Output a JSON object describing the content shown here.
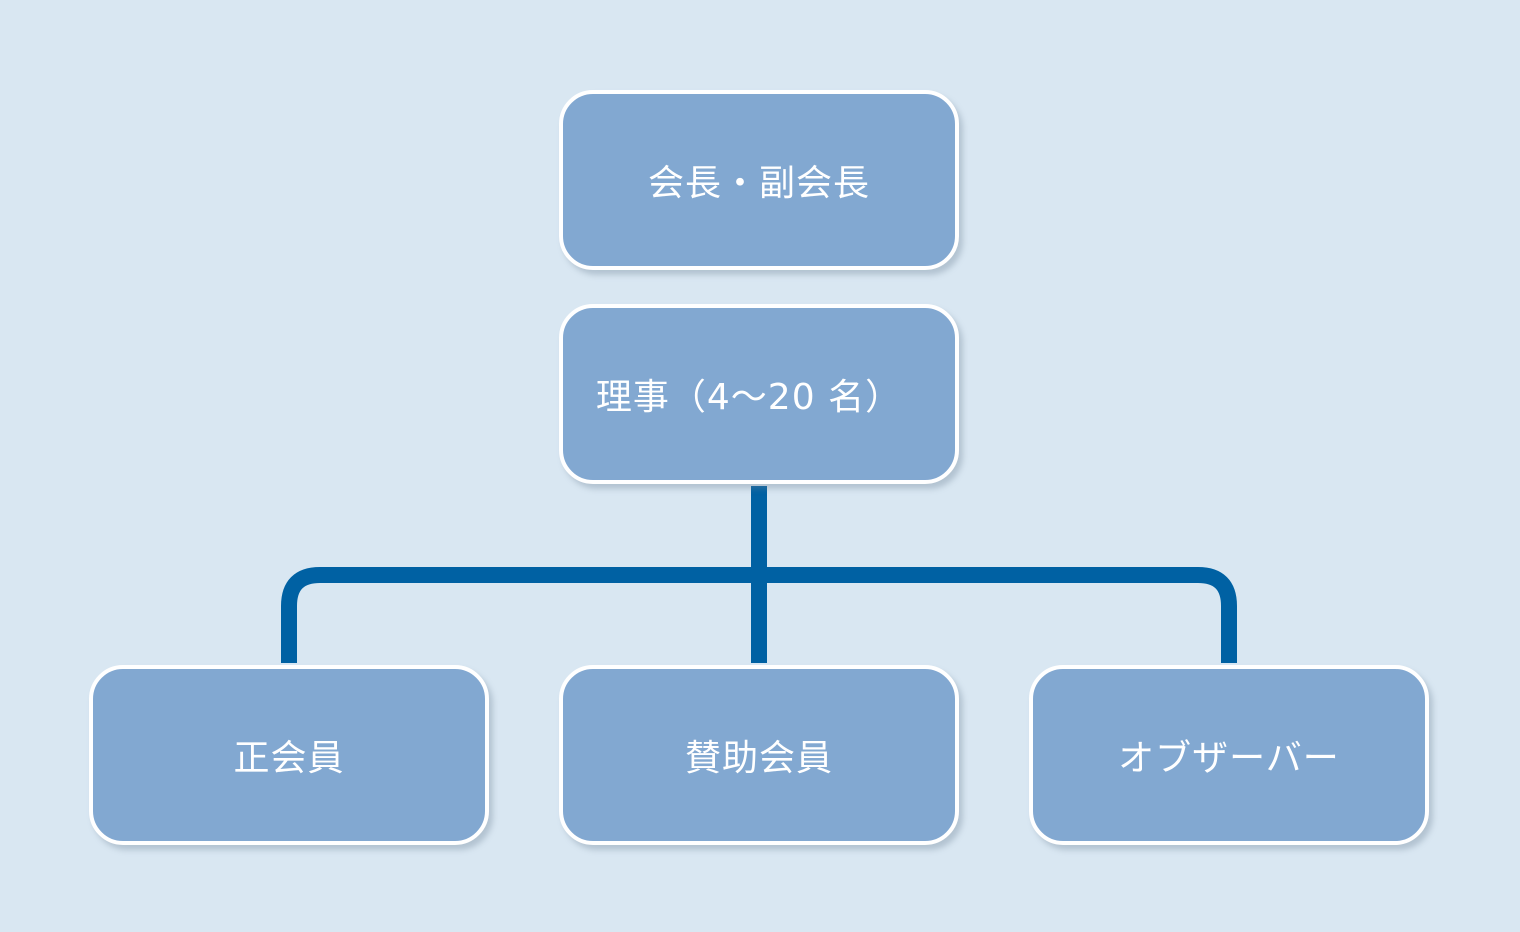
{
  "colors": {
    "background": "#d9e7f2",
    "node_fill": "#82a8d1",
    "node_border": "#ffffff",
    "connector": "#0061a3",
    "label": "#ffffff"
  },
  "nodes": {
    "top": {
      "label": "会長・副会長"
    },
    "board": {
      "label": "理事（4〜20 名）"
    },
    "regular_members": {
      "label": "正会員"
    },
    "supporting_members": {
      "label": "賛助会員"
    },
    "observers": {
      "label": "オブザーバー"
    }
  }
}
